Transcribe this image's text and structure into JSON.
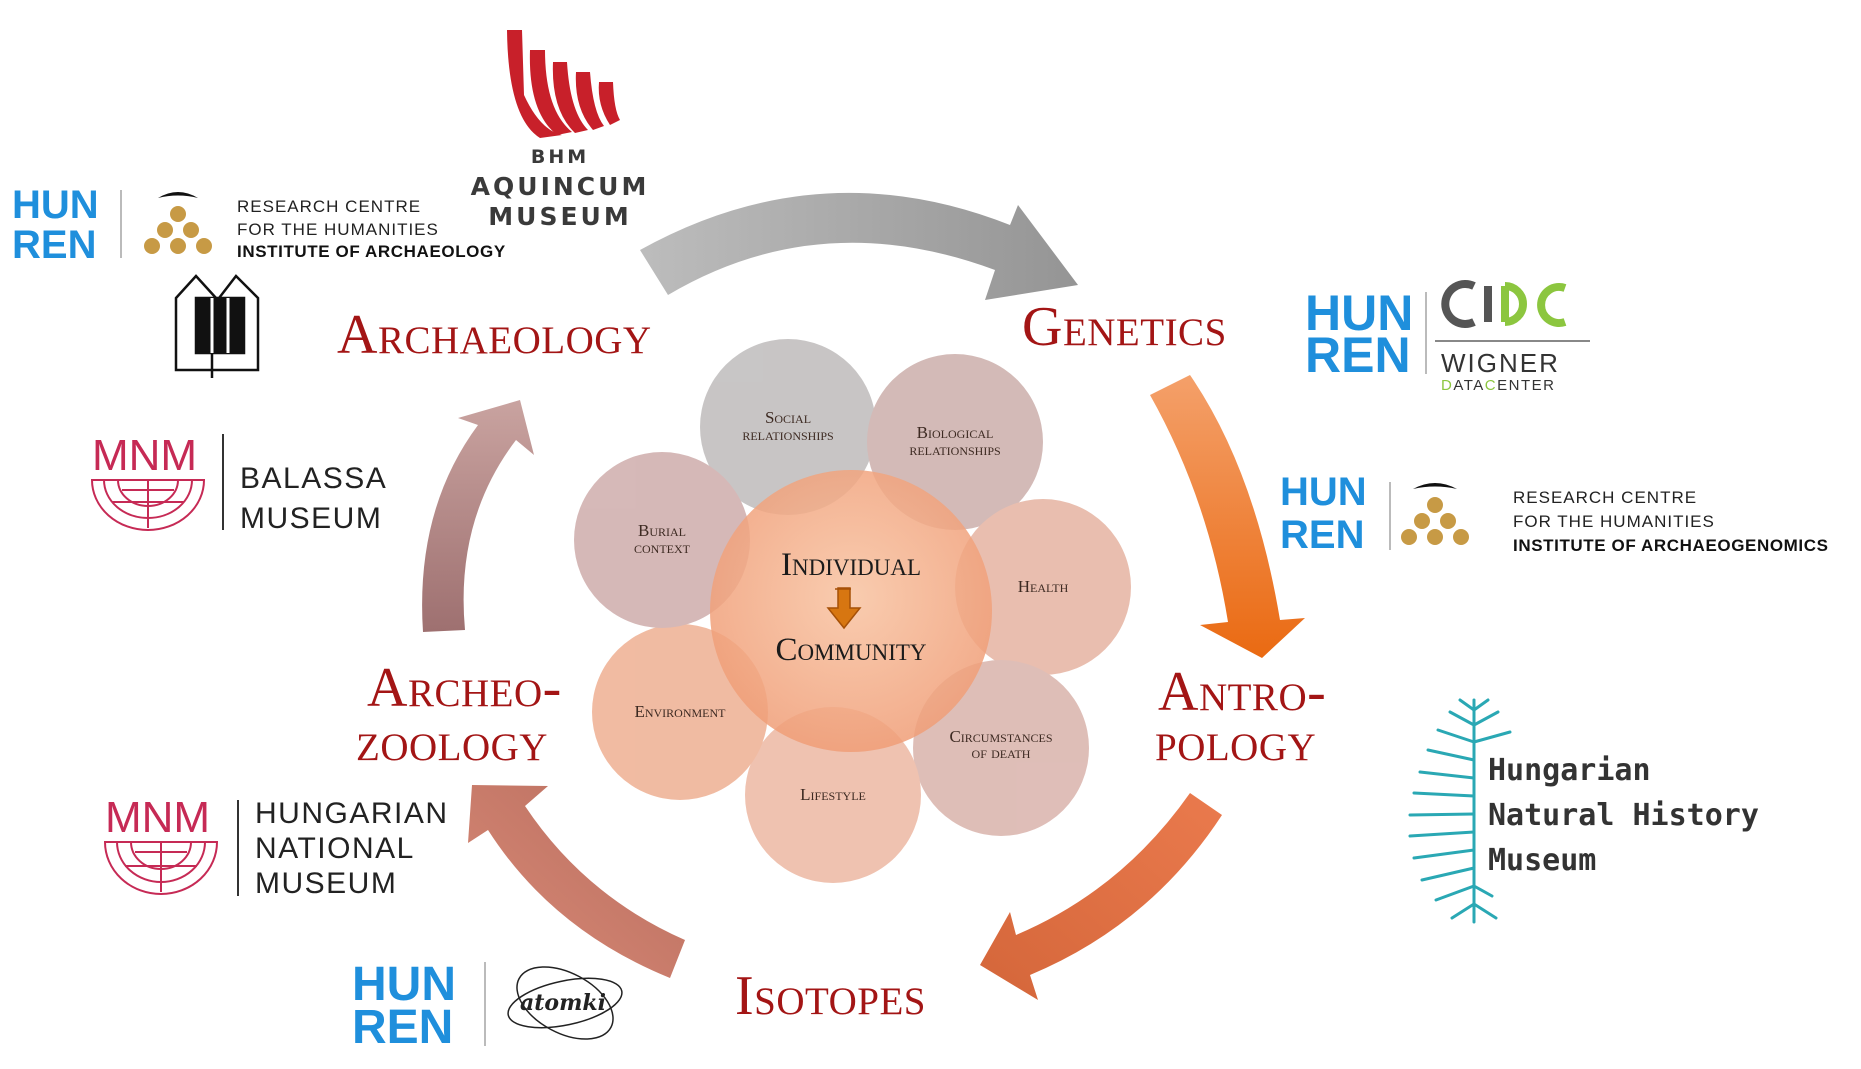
{
  "center": {
    "top": "Individual",
    "bottom": "Community"
  },
  "circles": [
    {
      "lines": [
        "Social",
        "relationships"
      ]
    },
    {
      "lines": [
        "Biological",
        "relationships"
      ]
    },
    {
      "lines": [
        "Health"
      ]
    },
    {
      "lines": [
        "Circumstances",
        "of death"
      ]
    },
    {
      "lines": [
        "Lifestyle"
      ]
    },
    {
      "lines": [
        "Environment"
      ]
    },
    {
      "lines": [
        "Burial",
        "context"
      ]
    }
  ],
  "disciplines": {
    "archaeology": "Archaeology",
    "genetics": "Genetics",
    "antropology_1": "Antro-",
    "antropology_2": "pology",
    "isotopes": "Isotopes",
    "archeozoology_1": "Archeo-",
    "archeozoology_2": "zoology"
  },
  "logos": {
    "bhm": {
      "line1": "BHM",
      "line2": "AQUINCUM",
      "line3": "MUSEUM"
    },
    "hunren_arch": {
      "hun": "HUN",
      "ren": "REN",
      "line1": "RESEARCH CENTRE",
      "line2": "FOR THE HUMANITIES",
      "line3": "INSTITUTE OF ARCHAEOLOGY"
    },
    "hunren_wigner": {
      "hun": "HUN",
      "ren": "REN",
      "line1": "WIGNER",
      "line2_a": "D",
      "line2_b": "ATA",
      "line2_c": "C",
      "line2_d": "ENTER"
    },
    "hunren_genomics": {
      "hun": "HUN",
      "ren": "REN",
      "line1": "RESEARCH CENTRE",
      "line2": "FOR THE HUMANITIES",
      "line3": "INSTITUTE OF ARCHAEOGENOMICS"
    },
    "mnm_balassa": {
      "mnm": "MNM",
      "line1": "BALASSA",
      "line2": "MUSEUM"
    },
    "mnm_national": {
      "mnm": "MNM",
      "line1": "HUNGARIAN",
      "line2": "NATIONAL",
      "line3": "MUSEUM"
    },
    "hunren_atomki": {
      "hun": "HUN",
      "ren": "REN",
      "atomki": "atomki"
    },
    "natural_history": {
      "line1": "Hungarian",
      "line2": "Natural History",
      "line3": "Museum"
    }
  },
  "colors": {
    "discipline_red": "#a31515",
    "hunren_blue": "#1f8fdc",
    "mnm_red": "#c62a55",
    "arrow_gray": "#a9a9a9",
    "arrow_orange": "#ef7d2c",
    "natural_history_teal": "#2aa8b4",
    "bhm_red": "#c8202a",
    "gold": "#c79a45"
  }
}
